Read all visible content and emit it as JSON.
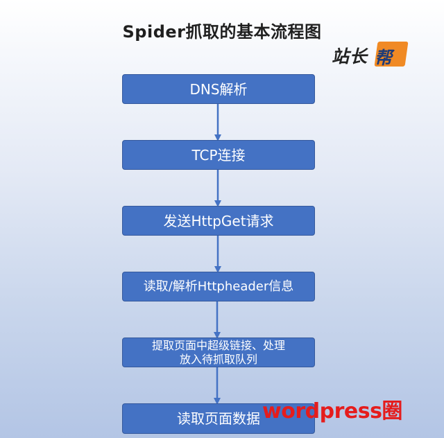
{
  "title": "Spider抓取的基本流程图",
  "logo": {
    "prefix": "站长",
    "badge": "帮"
  },
  "steps": [
    {
      "label": "DNS解析"
    },
    {
      "label": "TCP连接"
    },
    {
      "label": "发送HttpGet请求"
    },
    {
      "label": "读取/解析Httpheader信息"
    },
    {
      "line1": "提取页面中超级链接、处理",
      "line2": "放入待抓取队列"
    },
    {
      "label": "读取页面数据"
    }
  ],
  "watermark": "wordpress圈",
  "colors": {
    "box_fill": "#4472c4",
    "arrow": "#4472c4",
    "watermark": "#e51c1c",
    "logo_badge": "#f08a24"
  }
}
